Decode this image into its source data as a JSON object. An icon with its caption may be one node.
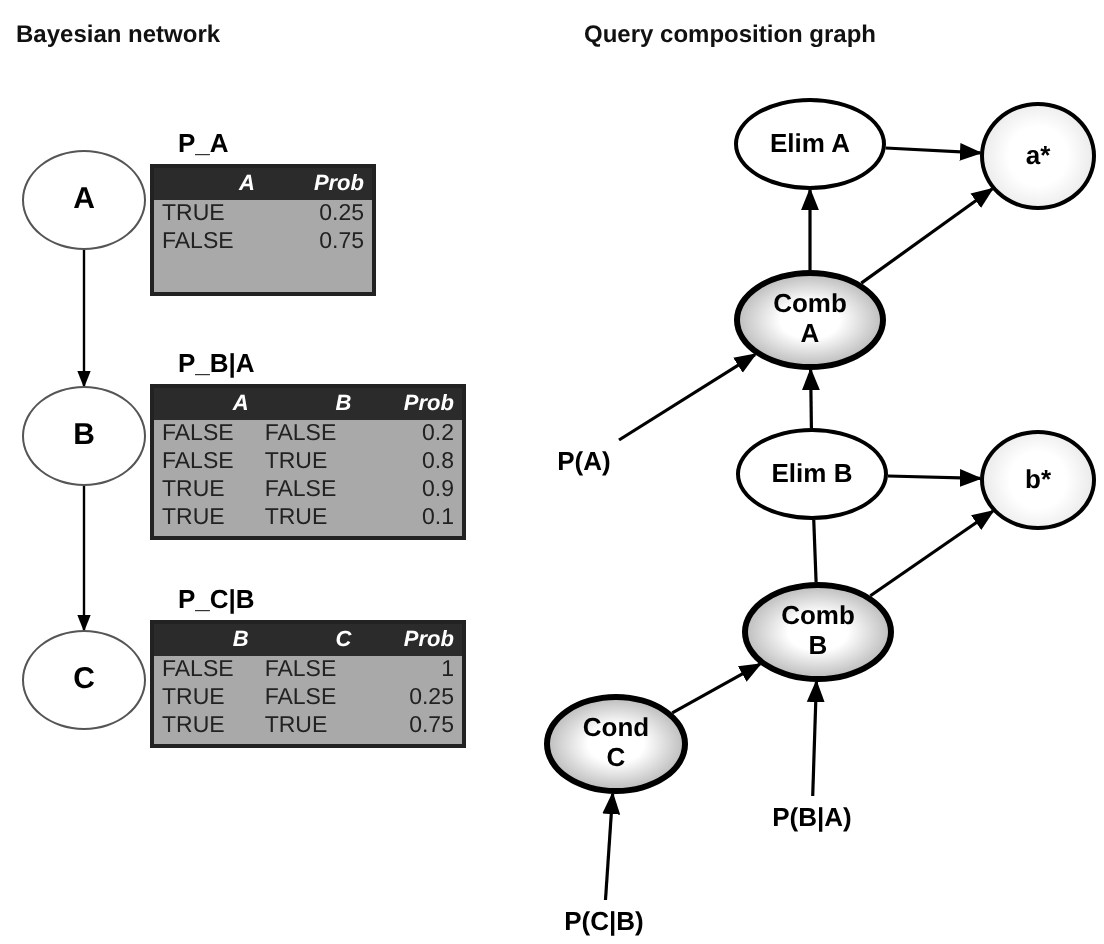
{
  "diagram": {
    "nodes": [
      {
        "text": [
          "A"
        ]
      },
      {
        "text": [
          "B"
        ]
      },
      {
        "text": [
          "C"
        ]
      },
      {
        "text": [
          "P_A",
          "A",
          "Prob",
          "TRUE",
          "0.25",
          "FALSE",
          "0.75"
        ]
      },
      {
        "text": [
          "P_B|A",
          "A",
          "B",
          "Prob",
          "FALSE",
          "FALSE",
          "0.2",
          "FALSE",
          "TRUE",
          "0.8",
          "TRUE",
          "FALSE",
          "0.9",
          "TRUE",
          "TRUE",
          "0.1"
        ]
      },
      {
        "text": [
          "P_C|B",
          "B",
          "C",
          "Prob",
          "FALSE",
          "FALSE",
          "1",
          "TRUE",
          "FALSE",
          "0.25",
          "TRUE",
          "TRUE",
          "0.75"
        ]
      },
      {
        "text": [
          "Elim A"
        ]
      },
      {
        "text": [
          "a*"
        ]
      },
      {
        "text": [
          "Comb A"
        ]
      },
      {
        "text": [
          "P(A)"
        ]
      },
      {
        "text": [
          "Elim B"
        ]
      },
      {
        "text": [
          "b*"
        ]
      },
      {
        "text": [
          "Comb B"
        ]
      },
      {
        "text": [
          "Cond C"
        ]
      },
      {
        "text": [
          "P(B|A)"
        ]
      },
      {
        "text": [
          "P(C|B)"
        ]
      }
    ],
    "edges": [
      {
        "from": 0,
        "to": 1,
        "arrow": "to"
      },
      {
        "from": 1,
        "to": 2,
        "arrow": "to"
      },
      {
        "from": 6,
        "to": 7,
        "arrow": "to"
      },
      {
        "from": 8,
        "to": 7,
        "arrow": "to"
      },
      {
        "from": 8,
        "to": 6,
        "arrow": "to"
      },
      {
        "from": 9,
        "to": 8,
        "arrow": "to"
      },
      {
        "from": 10,
        "to": 8,
        "arrow": "to"
      },
      {
        "from": 10,
        "to": 11,
        "arrow": "to"
      },
      {
        "from": 12,
        "to": 10,
        "arrow": "none"
      },
      {
        "from": 12,
        "to": 11,
        "arrow": "to"
      },
      {
        "from": 13,
        "to": 12,
        "arrow": "to"
      },
      {
        "from": 14,
        "to": 12,
        "arrow": "to"
      },
      {
        "from": 15,
        "to": 13,
        "arrow": "to"
      }
    ],
    "labels": [
      "Bayesian network",
      "Query composition graph"
    ]
  }
}
